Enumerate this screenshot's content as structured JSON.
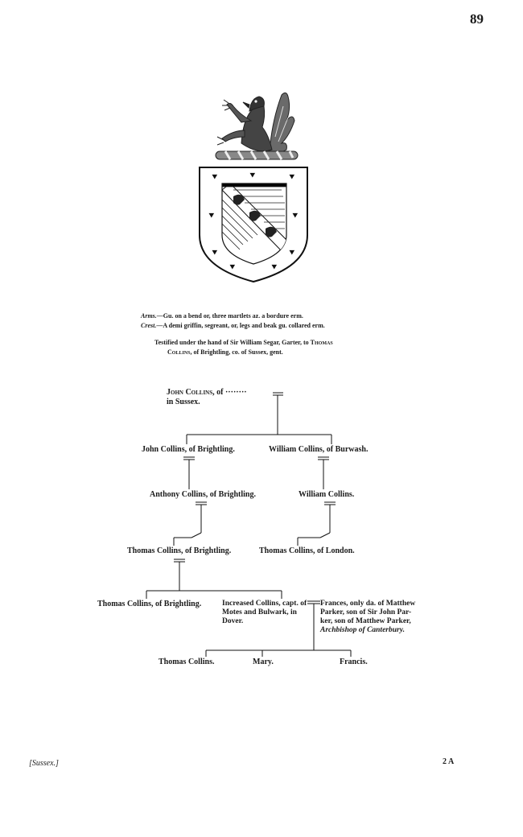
{
  "page_number": "89",
  "arms_label": "Arms.",
  "arms_text": "—Gu. on a bend or, three martlets az. a bordure erm.",
  "crest_label": "Crest.",
  "crest_text": "—A demi griffin, segreant, or, legs and beak gu. collared erm.",
  "testimony_line1_a": "Testified under the hand of Sir William Segar, Garter, to ",
  "testimony_line1_b": "Thomas",
  "testimony_line2_a": "Collins",
  "testimony_line2_b": ", of Brightling, co. of Sussex, gent.",
  "pedigree": {
    "root_name": "John Collins",
    "root_rest": ", of ········",
    "root_place": "in Sussex.",
    "gen2_left": "John Collins, of Brightling.",
    "gen2_right": "William Collins, of Burwash.",
    "gen3_left": "Anthony Collins, of Brightling.",
    "gen3_right": "William Collins.",
    "gen4_left": "Thomas Collins, of Brightling.",
    "gen4_right": "Thomas Collins, of London.",
    "gen5_left": "Thomas Collins, of Brightling.",
    "gen5_mid_1": "Increased Collins, capt. of",
    "gen5_mid_2": "Motes and Bulwark, in",
    "gen5_mid_3": "Dover.",
    "gen5_wife_1": "Frances, only da. of Matthew",
    "gen5_wife_2": "Parker, son of Sir John Par-",
    "gen5_wife_3": "ker, son of Matthew Parker,",
    "gen5_wife_4": "Archbishop of Canterbury.",
    "gen6_1": "Thomas Collins.",
    "gen6_2": "Mary.",
    "gen6_3": "Francis."
  },
  "footer_left": "[Sussex.]",
  "footer_right": "2 A"
}
